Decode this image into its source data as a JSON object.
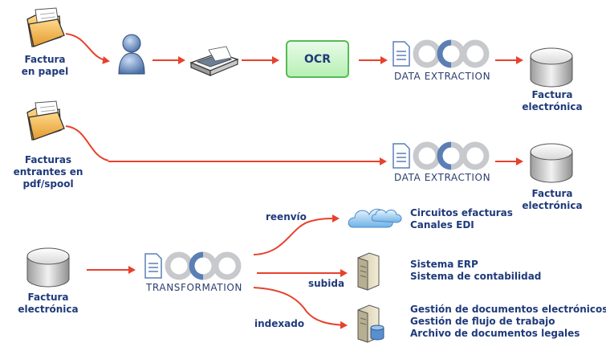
{
  "flows": {
    "paper_source": [
      "Factura",
      "en papel"
    ],
    "ocr_label": "OCR",
    "logo_text_1": "DATA EXTRACTION",
    "logo_text_2": "DATA EXTRACTION",
    "logo_text_3": "TRANSFORMATION",
    "result_1": [
      "Factura",
      "electrónica"
    ],
    "pdf_source": [
      "Facturas",
      "entrantes en",
      "pdf/spool"
    ],
    "result_2": [
      "Factura",
      "electrónica"
    ],
    "einvoice_source": [
      "Factura",
      "electrónica"
    ],
    "edge_reenvio": "reenvío",
    "edge_subida": "subida",
    "edge_indexado": "indexado",
    "target_cloud": [
      "Circuitos efacturas",
      "Canales EDI"
    ],
    "target_erp": [
      "Sistema ERP",
      "Sistema de contabilidad"
    ],
    "target_dms": [
      "Gestión de documentos electrónicos",
      "Gestión de flujo de trabajo",
      "Archivo de documentos legales"
    ]
  },
  "icons": {
    "folder": "folder-icon",
    "user": "user-icon",
    "scanner": "scanner-icon",
    "document": "document-icon",
    "disk": "disk-icon",
    "cloud": "cloud-icon",
    "server": "server-icon",
    "database": "database-icon"
  },
  "colors": {
    "arrow": "#e8412c",
    "label_text": "#1f3a7a",
    "ocr_fill": "#b6f0b3",
    "ocr_border": "#55bb55",
    "logo_circle_grey": "#c7c9cc",
    "logo_circle_blue": "#5b7fb5"
  }
}
